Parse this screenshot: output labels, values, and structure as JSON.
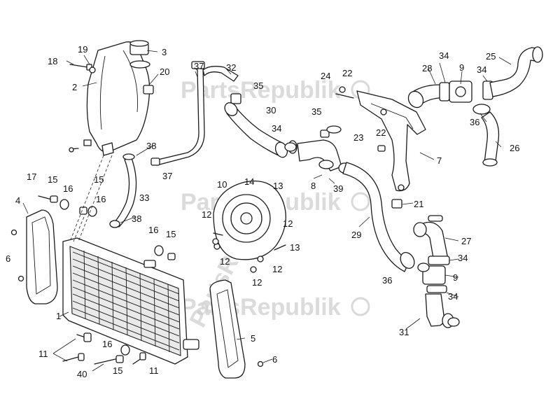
{
  "watermark": {
    "text": "PartsRepublik",
    "color": "#cfcfcf"
  },
  "labels": [
    "1",
    "2",
    "3",
    "4",
    "5",
    "6",
    "7",
    "8",
    "9",
    "10",
    "11",
    "12",
    "13",
    "14",
    "15",
    "16",
    "17",
    "18",
    "19",
    "20",
    "21",
    "22",
    "23",
    "24",
    "25",
    "26",
    "27",
    "28",
    "29",
    "30",
    "31",
    "32",
    "33",
    "34",
    "35",
    "36",
    "37",
    "38",
    "39",
    "40"
  ]
}
